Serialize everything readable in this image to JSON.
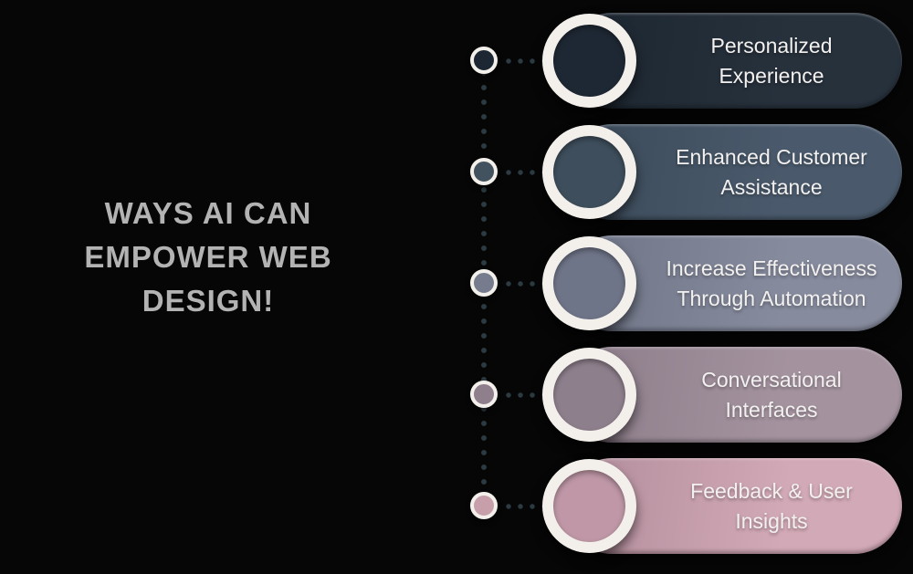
{
  "background": "#060606",
  "title": {
    "text": "WAYS AI CAN\nEMPOWER WEB\nDESIGN!",
    "color": "#b3b3b3"
  },
  "timeline": {
    "dot_color": "#2c3b41",
    "ring_color": "#f3f0ec"
  },
  "items": [
    {
      "label": "Personalized\nExperience",
      "colors": {
        "pill_base": "#27313c",
        "pill_dark": "#1c2630",
        "circle_fill": "#1e2834",
        "node_fill": "#1c2733"
      }
    },
    {
      "label": "Enhanced Customer\nAssistance",
      "colors": {
        "pill_base": "#4a5a6c",
        "pill_dark": "#3b4a59",
        "circle_fill": "#3e4e5c",
        "node_fill": "#42525f"
      }
    },
    {
      "label": "Increase Effectiveness\nThrough Automation",
      "colors": {
        "pill_base": "#868b9d",
        "pill_dark": "#6e7486",
        "circle_fill": "#6f7588",
        "node_fill": "#767c8d"
      }
    },
    {
      "label": "Conversational\nInterfaces",
      "colors": {
        "pill_base": "#a4939f",
        "pill_dark": "#8b7c89",
        "circle_fill": "#8e7f8c",
        "node_fill": "#8f7f8c"
      }
    },
    {
      "label": "Feedback & User\nInsights",
      "colors": {
        "pill_base": "#d2a9b6",
        "pill_dark": "#b18c9b",
        "circle_fill": "#bf97a6",
        "node_fill": "#c79fab"
      }
    }
  ]
}
